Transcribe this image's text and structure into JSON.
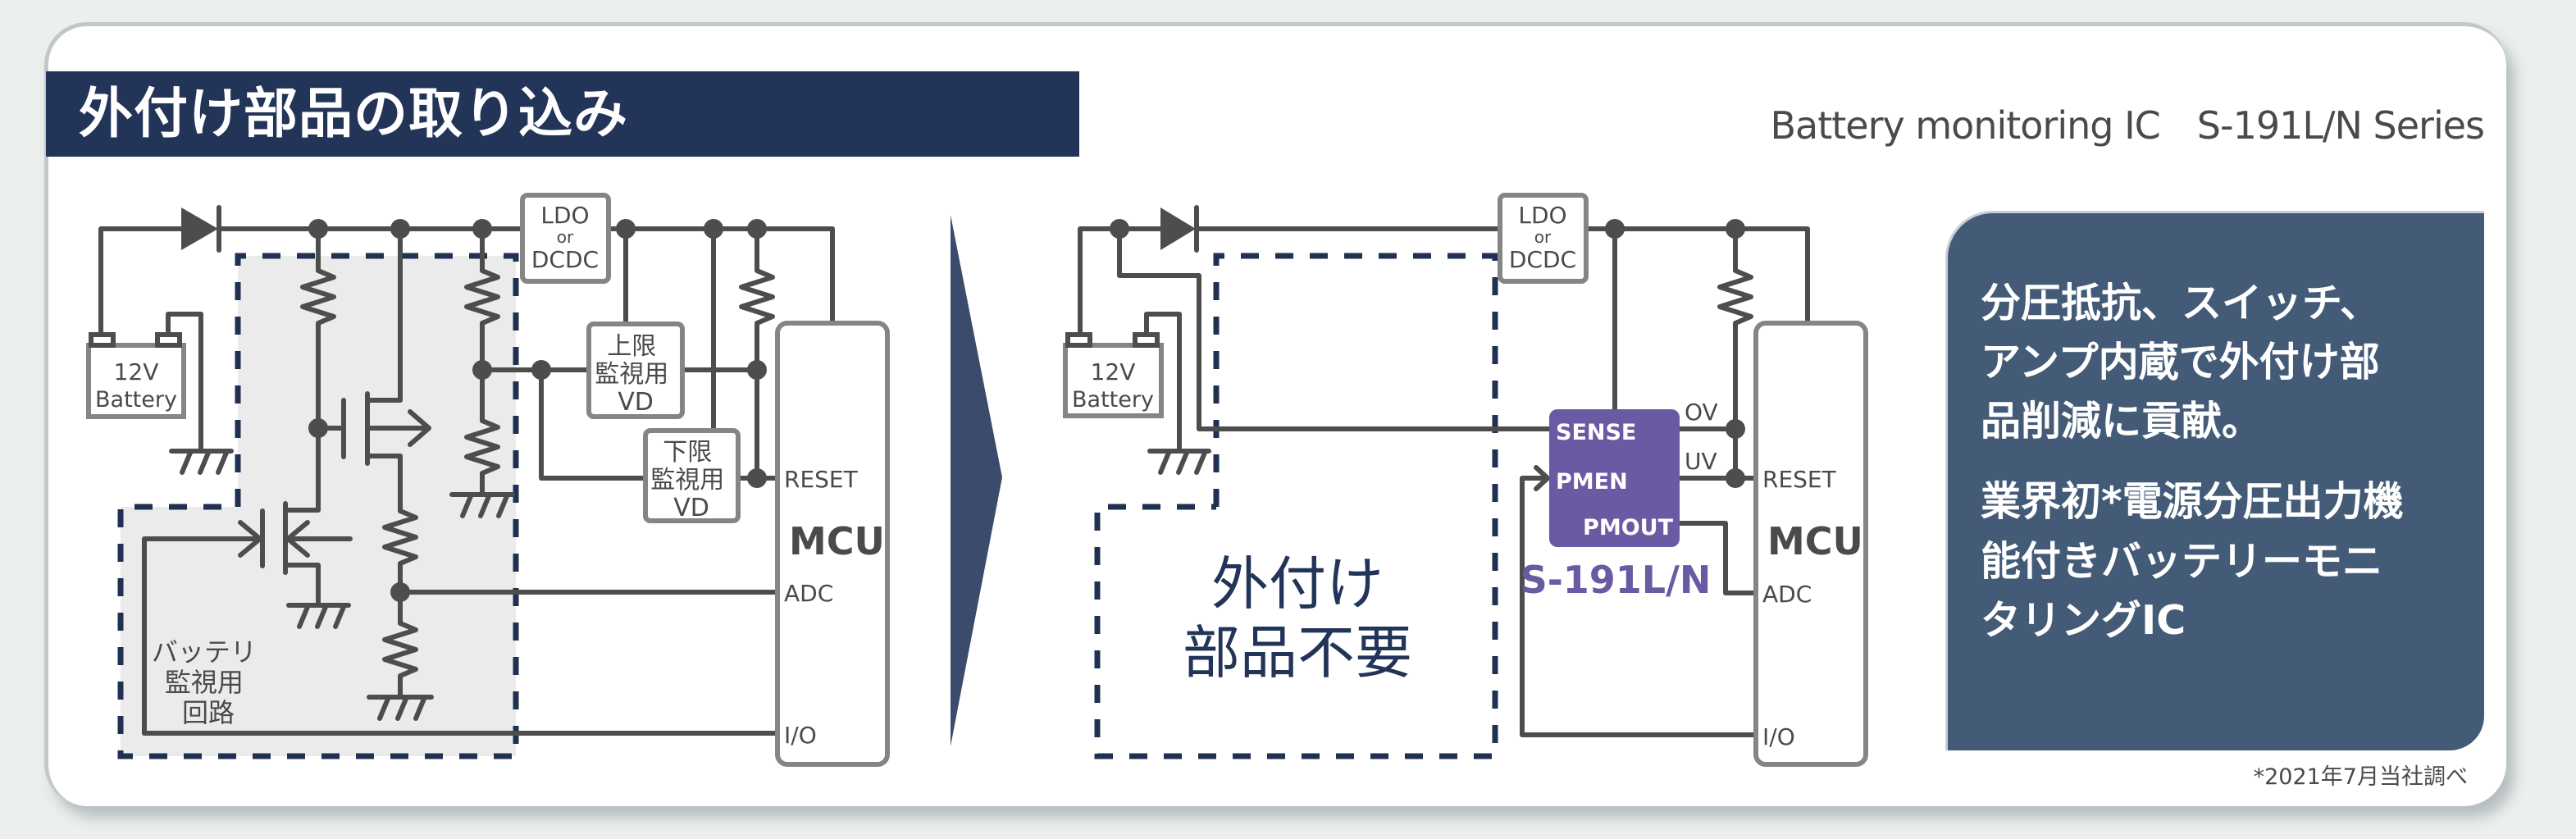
{
  "header": {
    "title": "外付け部品の取り込み",
    "subtitle": "Battery monitoring IC　S-191L/N Series"
  },
  "colors": {
    "title_bar": "#223457",
    "panel": "#435b77",
    "ic_chip": "#6a5aa3",
    "dashed_outline": "#1f3052",
    "wire": "#4d4d4d"
  },
  "left_circuit": {
    "battery_line1": "12V",
    "battery_line2": "Battery",
    "ldo_line1": "LDO",
    "ldo_line2": "or",
    "ldo_line3": "DCDC",
    "upper_vd": [
      "上限",
      "監視用",
      "VD"
    ],
    "lower_vd": [
      "下限",
      "監視用",
      "VD"
    ],
    "mcu_label": "MCU",
    "mcu_pins": {
      "reset": "RESET",
      "adc": "ADC",
      "io": "I/O"
    },
    "monitor_circuit_label": [
      "バッテリ",
      "監視用",
      "回路"
    ]
  },
  "right_circuit": {
    "battery_line1": "12V",
    "battery_line2": "Battery",
    "ldo_line1": "LDO",
    "ldo_line2": "or",
    "ldo_line3": "DCDC",
    "no_external_parts": [
      "外付け",
      "部品不要"
    ],
    "ic_pins": {
      "sense": "SENSE",
      "pmen": "PMEN",
      "pmout": "PMOUT"
    },
    "ic_outputs": {
      "ov": "OV",
      "uv": "UV"
    },
    "ic_name": "S-191L/N",
    "mcu_label": "MCU",
    "mcu_pins": {
      "reset": "RESET",
      "adc": "ADC",
      "io": "I/O"
    }
  },
  "panel": {
    "lines": [
      "分圧抵抗、スイッチ、",
      "アンプ内蔵で外付け部",
      "品削減に貢献。",
      "業界初*電源分圧出力機",
      "能付きバッテリーモニ",
      "タリングIC"
    ]
  },
  "footnote": "*2021年7月当社調べ"
}
